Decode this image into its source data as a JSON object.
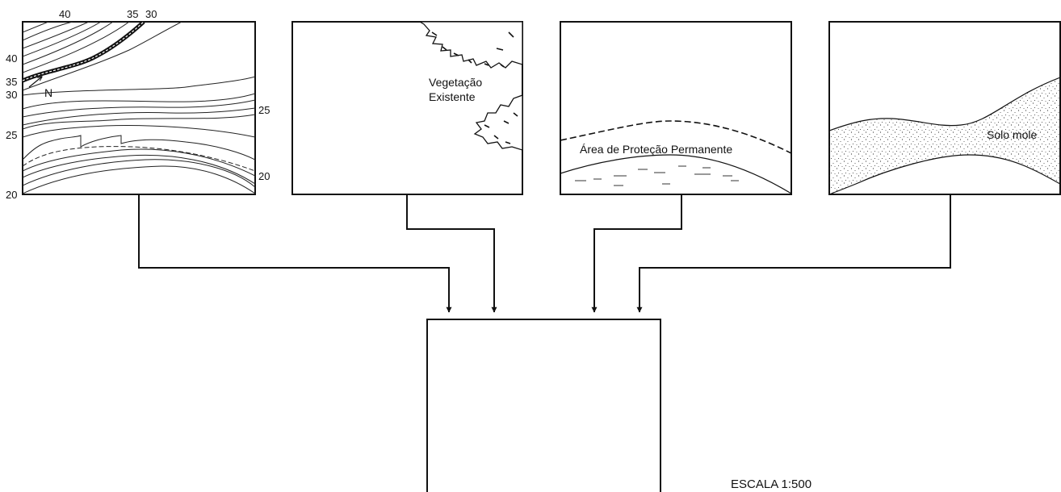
{
  "topography": {
    "top_labels": [
      "40",
      "35",
      "30"
    ],
    "left_labels": [
      "40",
      "35",
      "30",
      "25",
      "20"
    ],
    "right_labels": [
      "25",
      "20"
    ],
    "north_label": "N"
  },
  "vegetation": {
    "line1": "Vegetação",
    "line2": "Existente"
  },
  "protection": {
    "label": "Área de Proteção Permanente"
  },
  "soft_soil": {
    "label": "Solo mole"
  },
  "scale": {
    "label": "ESCALA 1:500"
  }
}
